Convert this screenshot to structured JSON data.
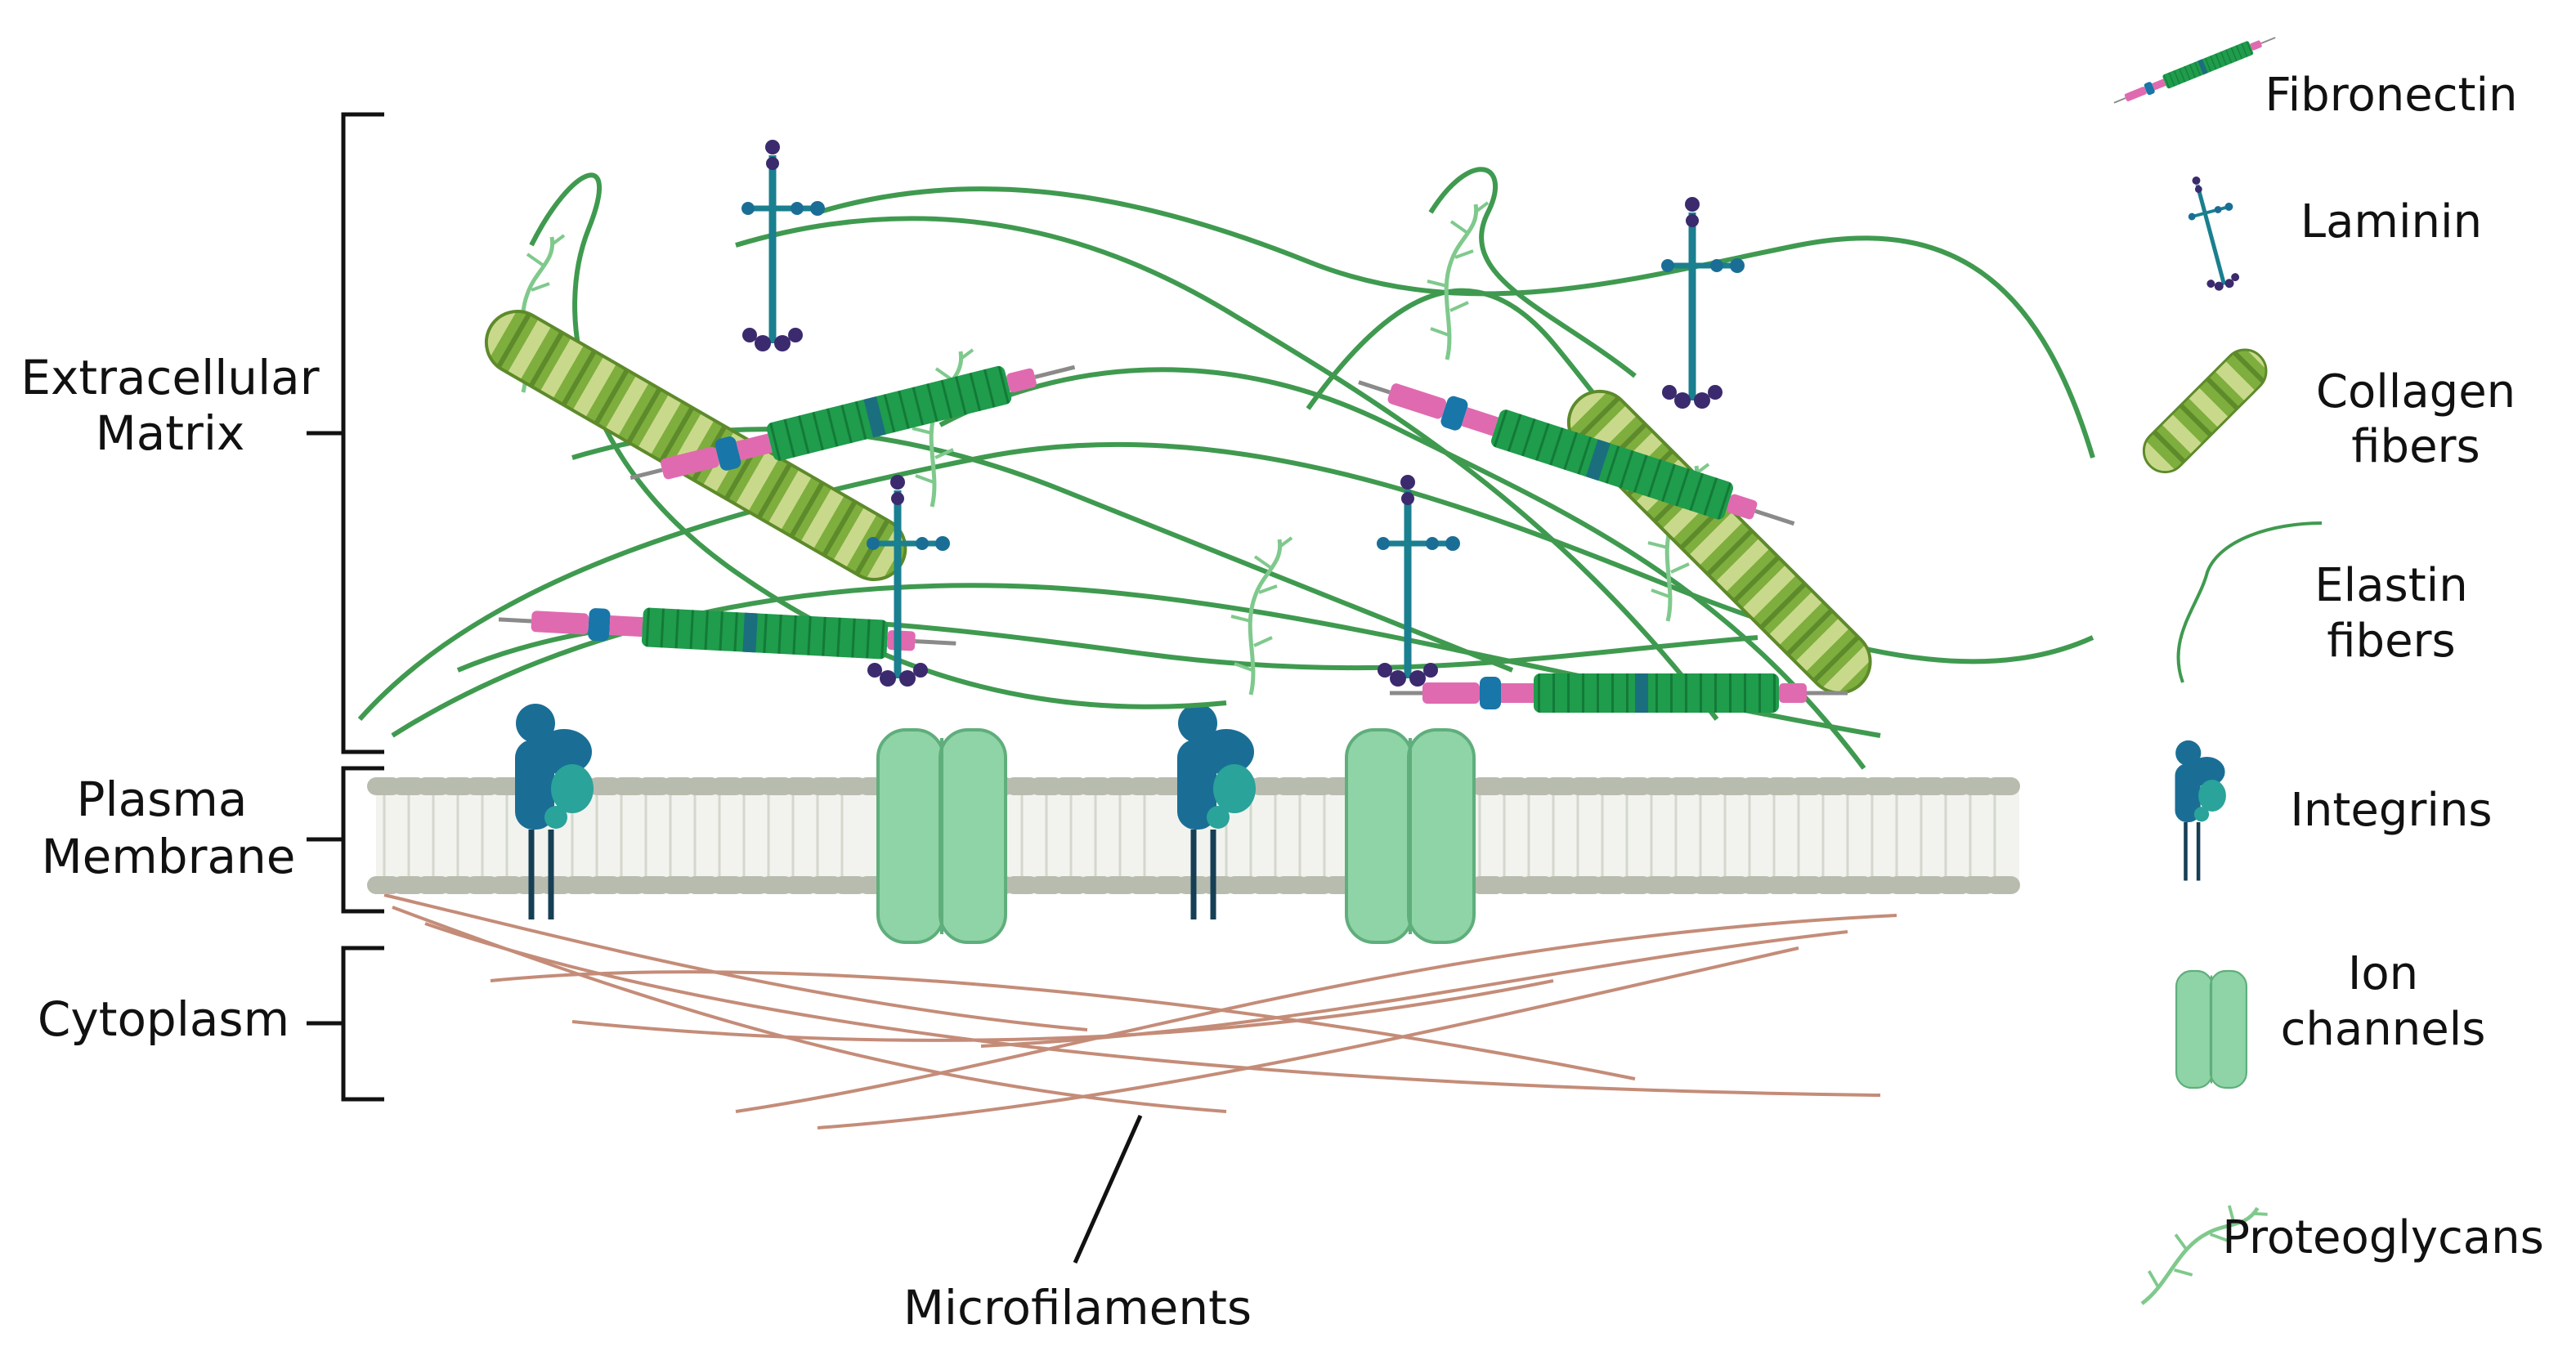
{
  "regions": {
    "ecm": [
      "Extracellular",
      "Matrix"
    ],
    "membrane": [
      "Plasma",
      "Membrane"
    ],
    "cytoplasm": [
      "Cytoplasm"
    ]
  },
  "pointer_label": "Microfilaments",
  "legend": [
    {
      "key": "fibronectin",
      "lines": [
        "Fibronectin"
      ],
      "icon": "fibronectin-icon"
    },
    {
      "key": "laminin",
      "lines": [
        "Laminin"
      ],
      "icon": "laminin-icon"
    },
    {
      "key": "collagen",
      "lines": [
        "Collagen",
        "fibers"
      ],
      "icon": "collagen-fiber-icon"
    },
    {
      "key": "elastin",
      "lines": [
        "Elastin",
        "fibers"
      ],
      "icon": "elastin-fiber-icon"
    },
    {
      "key": "integrins",
      "lines": [
        "Integrins"
      ],
      "icon": "integrin-icon"
    },
    {
      "key": "ion",
      "lines": [
        "Ion",
        "channels"
      ],
      "icon": "ion-channel-icon"
    },
    {
      "key": "proteoglycans",
      "lines": [
        "Proteoglycans"
      ],
      "icon": "proteoglycan-icon"
    }
  ],
  "colors": {
    "collagen": "#6a9a2e",
    "fibronectin": "#1e9a4a",
    "fibronectin_end": "#e06ab0",
    "fibronectin_band": "#1976a8",
    "laminin": "#1a7f8f",
    "laminin_dark": "#3b2a6e",
    "elastin": "#3f9a4f",
    "proteoglycan": "#7fc98c",
    "integrin": "#1a6e96",
    "integrin_light": "#2aa39a",
    "ion_channel": "#8fd4a6",
    "membrane_head": "#b8bcae",
    "microfilament": "#c48c78"
  }
}
